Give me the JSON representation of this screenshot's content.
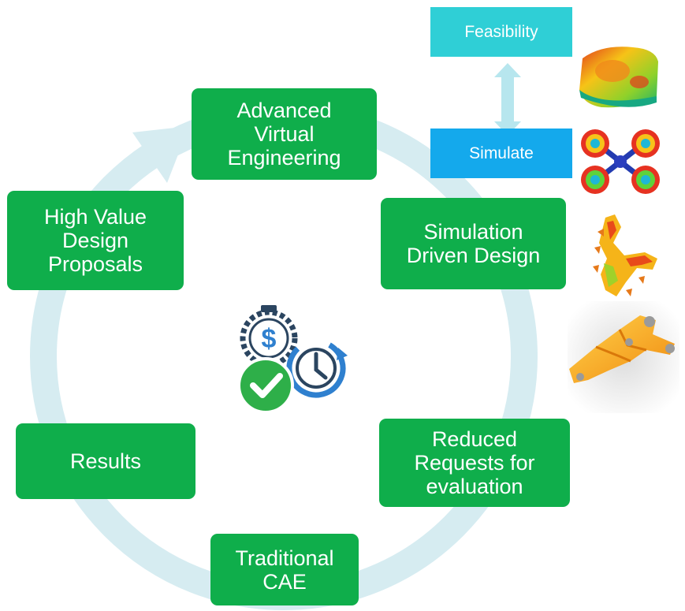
{
  "cycle_nodes": [
    {
      "id": "ave",
      "label": "Advanced\nVirtual\nEngineering"
    },
    {
      "id": "sdd",
      "label": "Simulation\nDriven Design"
    },
    {
      "id": "rre",
      "label": "Reduced\nRequests for\nevaluation"
    },
    {
      "id": "tcae",
      "label": "Traditional\nCAE"
    },
    {
      "id": "res",
      "label": "Results"
    },
    {
      "id": "hvdp",
      "label": "High Value\nDesign\nProposals"
    }
  ],
  "side_panel": {
    "feasibility": {
      "label": "Feasibility",
      "color": "#2fcfd6"
    },
    "simulate": {
      "label": "Simulate",
      "color": "#14a9ec"
    }
  },
  "colors": {
    "node_fill": "#0fae4b",
    "cycle_ring": "#d6ecf1",
    "connector": "#b7e6ee",
    "icon_dark": "#2b4560",
    "icon_blue": "#2f80cf",
    "check_green": "#2eaf49"
  },
  "icons": {
    "center": "cost-time-savings-icon",
    "thumbnails": [
      "feasibility-heatmap-part",
      "simulate-quad-heatmap",
      "topology-heatmap-part",
      "optimized-bracket-render"
    ]
  }
}
